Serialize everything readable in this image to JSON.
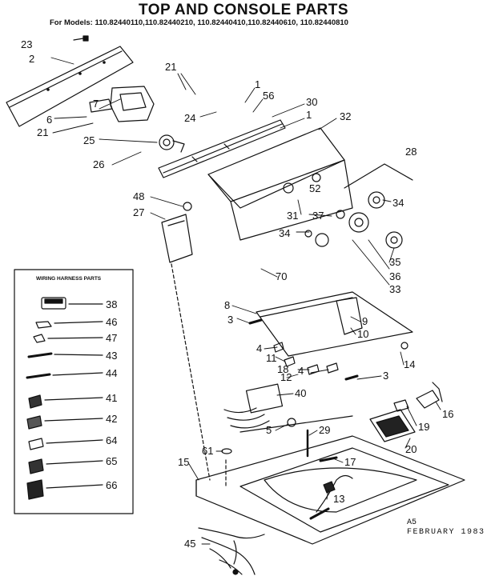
{
  "header": {
    "title": "TOP AND CONSOLE PARTS",
    "models": "For Models: 110.82440110,110.82440210, 110.82440410,110.82440610, 110.82440810"
  },
  "footer": {
    "revision": "A5",
    "date": "FEBRUARY 1983"
  },
  "wiring_box": {
    "title": "WIRING HARNESS PARTS"
  },
  "callouts": [
    {
      "id": "c23",
      "label": "23"
    },
    {
      "id": "c2",
      "label": "2"
    },
    {
      "id": "c21a",
      "label": "21"
    },
    {
      "id": "c1a",
      "label": "1"
    },
    {
      "id": "c56",
      "label": "56"
    },
    {
      "id": "c30",
      "label": "30"
    },
    {
      "id": "c1b",
      "label": "1"
    },
    {
      "id": "c32",
      "label": "32"
    },
    {
      "id": "c7",
      "label": "7"
    },
    {
      "id": "c6",
      "label": "6"
    },
    {
      "id": "c21b",
      "label": "21"
    },
    {
      "id": "c24",
      "label": "24"
    },
    {
      "id": "c25",
      "label": "25"
    },
    {
      "id": "c26",
      "label": "26"
    },
    {
      "id": "c28",
      "label": "28"
    },
    {
      "id": "c52",
      "label": "52"
    },
    {
      "id": "c48",
      "label": "48"
    },
    {
      "id": "c27",
      "label": "27"
    },
    {
      "id": "c31",
      "label": "31"
    },
    {
      "id": "c37",
      "label": "37"
    },
    {
      "id": "c34a",
      "label": "34"
    },
    {
      "id": "c34b",
      "label": "34"
    },
    {
      "id": "c35",
      "label": "35"
    },
    {
      "id": "c70",
      "label": "70"
    },
    {
      "id": "c36",
      "label": "36"
    },
    {
      "id": "c33",
      "label": "33"
    },
    {
      "id": "c8",
      "label": "8"
    },
    {
      "id": "c3a",
      "label": "3"
    },
    {
      "id": "c9",
      "label": "9"
    },
    {
      "id": "c10",
      "label": "10"
    },
    {
      "id": "c4a",
      "label": "4"
    },
    {
      "id": "c11",
      "label": "11"
    },
    {
      "id": "c18",
      "label": "18"
    },
    {
      "id": "c12",
      "label": "12"
    },
    {
      "id": "c4b",
      "label": "4"
    },
    {
      "id": "c14",
      "label": "14"
    },
    {
      "id": "c3b",
      "label": "3"
    },
    {
      "id": "c40",
      "label": "40"
    },
    {
      "id": "c16",
      "label": "16"
    },
    {
      "id": "c19",
      "label": "19"
    },
    {
      "id": "c5",
      "label": "5"
    },
    {
      "id": "c29",
      "label": "29"
    },
    {
      "id": "c20",
      "label": "20"
    },
    {
      "id": "c61",
      "label": "61"
    },
    {
      "id": "c15",
      "label": "15"
    },
    {
      "id": "c17",
      "label": "17"
    },
    {
      "id": "c13",
      "label": "13"
    },
    {
      "id": "c45",
      "label": "45"
    },
    {
      "id": "c38",
      "label": "38"
    },
    {
      "id": "c46",
      "label": "46"
    },
    {
      "id": "c47",
      "label": "47"
    },
    {
      "id": "c43",
      "label": "43"
    },
    {
      "id": "c44",
      "label": "44"
    },
    {
      "id": "c41",
      "label": "41"
    },
    {
      "id": "c42",
      "label": "42"
    },
    {
      "id": "c64",
      "label": "64"
    },
    {
      "id": "c65",
      "label": "65"
    },
    {
      "id": "c66",
      "label": "66"
    }
  ]
}
